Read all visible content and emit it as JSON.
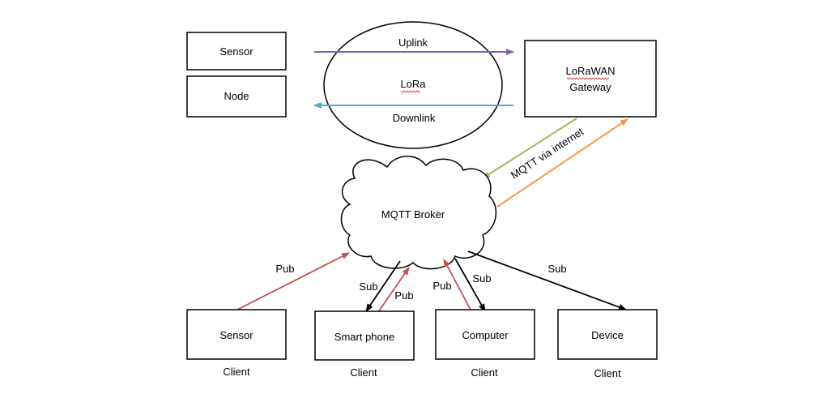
{
  "top": {
    "sensor_label": "Sensor",
    "node_label": "Node",
    "lora_label": "LoRa",
    "uplink_label": "Uplink",
    "downlink_label": "Downlink",
    "gateway_line1": "LoRaWAN",
    "gateway_line2": "Gateway",
    "mqtt_link_label": "MQTT via internet"
  },
  "broker": {
    "label": "MQTT Broker"
  },
  "clients": [
    {
      "name": "Sensor",
      "role": "Client"
    },
    {
      "name": "Smart phone",
      "role": "Client"
    },
    {
      "name": "Computer",
      "role": "Client"
    },
    {
      "name": "Device",
      "role": "Client"
    }
  ],
  "links": {
    "sensor_pub": "Pub",
    "phone_sub": "Sub",
    "phone_pub": "Pub",
    "computer_pub": "Pub",
    "computer_sub": "Sub",
    "device_sub": "Sub"
  },
  "colors": {
    "uplink": "#8064a2",
    "downlink": "#4bacc6",
    "gateway_to_broker": "#9bbb59",
    "broker_to_gateway": "#f79646",
    "pub": "#c0504d",
    "sub": "#000000"
  }
}
